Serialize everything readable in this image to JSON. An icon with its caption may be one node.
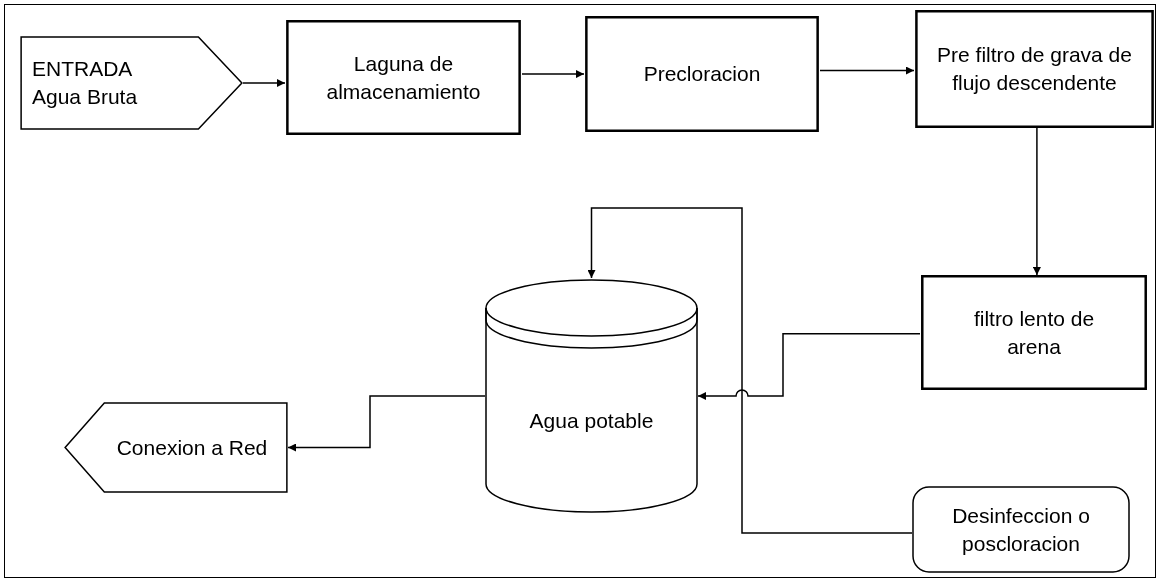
{
  "diagram": {
    "nodes": [
      {
        "text": [
          "ENTRADA Agua Bruta"
        ]
      },
      {
        "text": [
          "Laguna de almacenamiento"
        ]
      },
      {
        "text": [
          "Precloracion"
        ]
      },
      {
        "text": [
          "Pre filtro de grava de flujo descendente"
        ]
      },
      {
        "text": [
          "filtro lento de arena"
        ]
      },
      {
        "text": [
          "Agua potable"
        ]
      },
      {
        "text": [
          "Conexion a Red"
        ]
      },
      {
        "text": [
          "Desinfeccion o poscloracion"
        ]
      }
    ],
    "edges": [
      {
        "from": 0,
        "to": 1,
        "arrow": "to"
      },
      {
        "from": 1,
        "to": 2,
        "arrow": "to"
      },
      {
        "from": 2,
        "to": 3,
        "arrow": "to"
      },
      {
        "from": 3,
        "to": 4,
        "arrow": "to"
      },
      {
        "from": 4,
        "to": 5,
        "arrow": "to"
      },
      {
        "from": 7,
        "to": 5,
        "arrow": "to"
      },
      {
        "from": 5,
        "to": 6,
        "arrow": "to"
      }
    ]
  }
}
